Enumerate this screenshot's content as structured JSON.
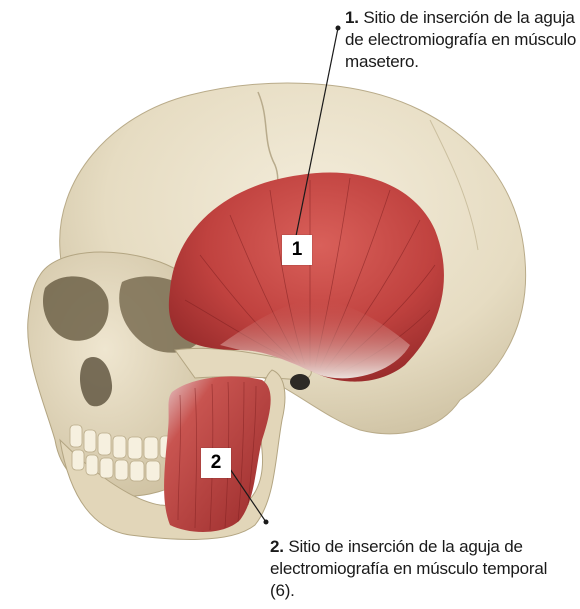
{
  "labels": [
    {
      "number": "1.",
      "text": "Sitio de inserción de la aguja de electromiografía en músculo masetero.",
      "marker": "1"
    },
    {
      "number": "2.",
      "text": "Sitio de inserción de la aguja de electromiografía en músculo temporal (6).",
      "marker": "2"
    }
  ],
  "colors": {
    "bone": "#ebe2cc",
    "bone_shadow": "#b8ab8c",
    "muscle": "#c0423f",
    "muscle_dark": "#8e2526",
    "tendon": "#e9e2dc",
    "leader_line": "#1a1a1a"
  }
}
